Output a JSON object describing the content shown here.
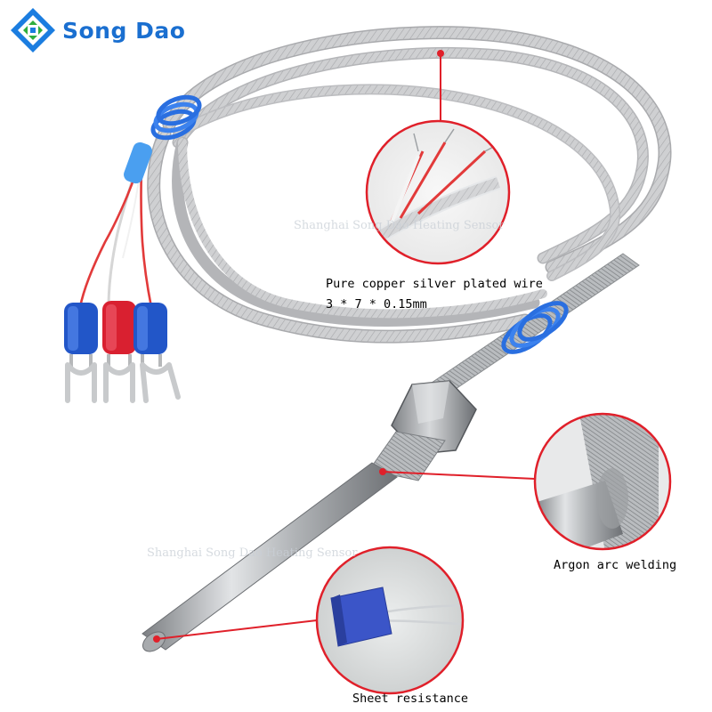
{
  "brand": {
    "name": "Song Dao",
    "color": "#1a6fd0",
    "logo_icon": "green-blue-diamond-logo-icon"
  },
  "watermark": {
    "text_upper": "Shanghai Song Dao Heating Sensor",
    "text_lower": "Shanghai Song Dao Heating Sensor"
  },
  "callouts": {
    "wire": {
      "line1": "Pure copper silver plated wire",
      "line2": "3 * 7 * 0.15mm"
    },
    "welding": "Argon arc welding",
    "resistance": "Sheet resistance"
  },
  "colors": {
    "callout_red": "#e0202a",
    "cable_silver": "#c9c9cc",
    "band_blue": "#2a6fe0",
    "terminal_blue": "#2256c8",
    "terminal_red": "#d92030",
    "steel": "#a9acaf"
  }
}
